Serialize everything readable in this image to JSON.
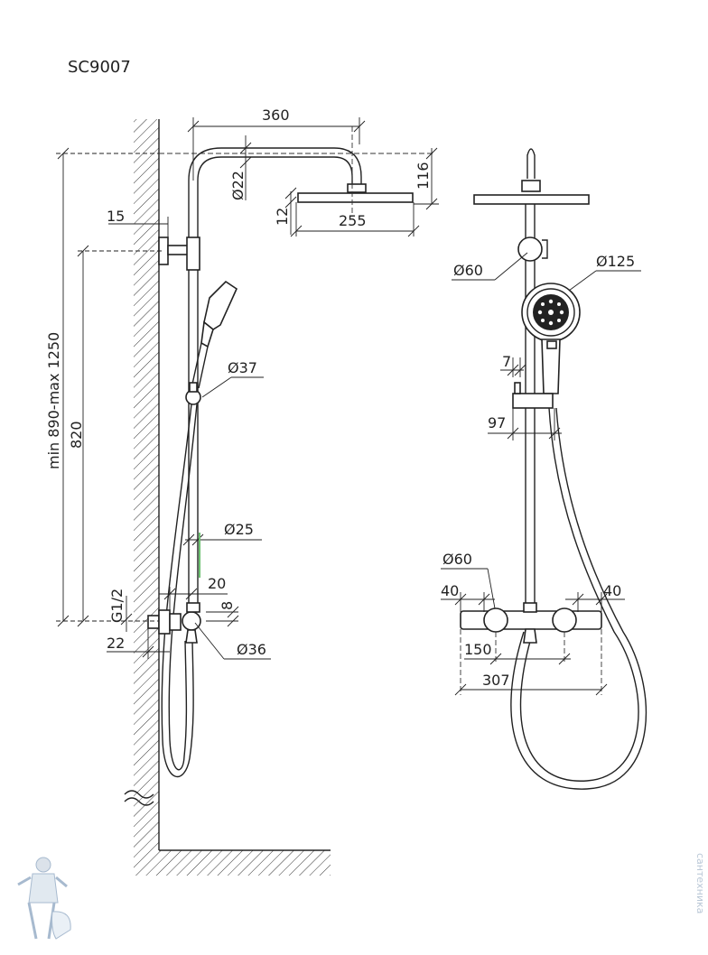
{
  "title": "SC9007",
  "watermark": "сантехника",
  "colors": {
    "line": "#222222",
    "hatch": "#333333",
    "watermark": "#b9c7d6"
  },
  "side_view": {
    "dims": {
      "arm_length": "360",
      "height_range": "min 890-max 1250",
      "height_fixed": "820",
      "offset_top": "15",
      "arm_diameter": "Ø22",
      "drop": "116",
      "head_thickness": "12",
      "head_width": "255",
      "holder_diameter": "Ø37",
      "rail_diameter": "Ø25",
      "thread": "G1/2",
      "inlet_offset": "20",
      "inlet_gap": "8",
      "wall_offset": "22",
      "valve_diameter": "Ø36"
    }
  },
  "front_view": {
    "dims": {
      "bracket_diameter": "Ø60",
      "handshower_diameter": "Ø125",
      "holder_gap": "7",
      "rail_spacing": "97",
      "knob_diameter": "Ø60",
      "end_left": "40",
      "end_right": "40",
      "centers": "150",
      "total_width": "307"
    }
  }
}
